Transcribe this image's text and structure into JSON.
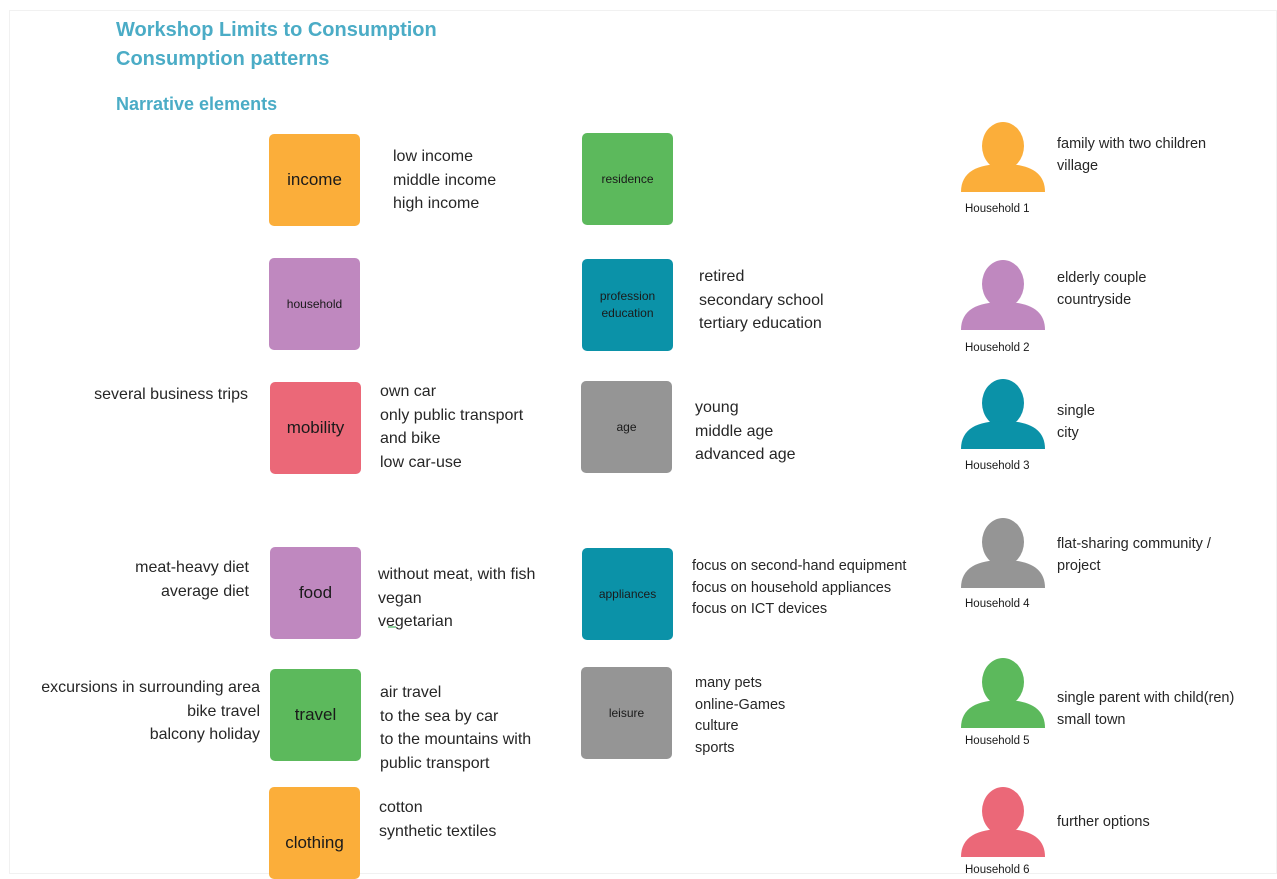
{
  "title_line1": "Workshop Limits to Consumption",
  "title_line2": "Consumption patterns",
  "section_title": "Narrative elements",
  "colors": {
    "orange": "#fbae3a",
    "green": "#5cb95c",
    "purple": "#bf88bf",
    "teal": "#0b92a8",
    "red": "#eb6878",
    "gray": "#959595",
    "heading": "#4bacc6"
  },
  "elements": [
    {
      "label": "income",
      "color": "#fbae3a",
      "options": [
        "low income",
        "middle income",
        "high income"
      ],
      "side_options": []
    },
    {
      "label": "residence",
      "color": "#5cb95c",
      "options": [],
      "side_options": []
    },
    {
      "label": "household",
      "color": "#bf88bf",
      "options": [],
      "side_options": []
    },
    {
      "label": "profession education",
      "color": "#0b92a8",
      "options": [
        "retired",
        "secondary school",
        "tertiary education"
      ],
      "side_options": []
    },
    {
      "label": "mobility",
      "color": "#eb6878",
      "options": [
        "own car",
        "only public transport",
        "and bike",
        "low car-use"
      ],
      "side_options": [
        "several business trips"
      ]
    },
    {
      "label": "age",
      "color": "#959595",
      "options": [
        "young",
        "middle age",
        "advanced age"
      ],
      "side_options": []
    },
    {
      "label": "food",
      "color": "#bf88bf",
      "options": [
        "without meat, with fish",
        "vegan",
        "vegetarian"
      ],
      "side_options": [
        "meat-heavy diet",
        "average diet"
      ]
    },
    {
      "label": "appliances",
      "color": "#0b92a8",
      "options": [
        "focus on second-hand equipment",
        "focus on household appliances",
        "focus on ICT devices"
      ],
      "side_options": []
    },
    {
      "label": "travel",
      "color": "#5cb95c",
      "options": [
        "air travel",
        "to the sea by car",
        "to the mountains with",
        "public transport"
      ],
      "side_options": [
        "excursions in surrounding area",
        "bike travel",
        "balcony holiday"
      ]
    },
    {
      "label": "leisure",
      "color": "#959595",
      "options": [
        "many pets",
        "online-Games",
        "culture",
        "sports"
      ],
      "side_options": []
    },
    {
      "label": "clothing",
      "color": "#fbae3a",
      "options": [
        "cotton",
        "synthetic textiles"
      ],
      "side_options": []
    }
  ],
  "households": [
    {
      "label": "Household 1",
      "color": "#fbae3a",
      "description": [
        "family with two children",
        "village"
      ]
    },
    {
      "label": "Household 2",
      "color": "#bf88bf",
      "description": [
        "elderly couple",
        "countryside"
      ]
    },
    {
      "label": "Household 3",
      "color": "#0b92a8",
      "description": [
        "single",
        "city"
      ]
    },
    {
      "label": "Household 4",
      "color": "#959595",
      "description": [
        "flat-sharing community /",
        "project"
      ]
    },
    {
      "label": "Household 5",
      "color": "#5cb95c",
      "description": [
        "single parent with child(ren)",
        "small town"
      ]
    },
    {
      "label": "Household 6",
      "color": "#eb6878",
      "description": [
        "further options"
      ]
    }
  ]
}
